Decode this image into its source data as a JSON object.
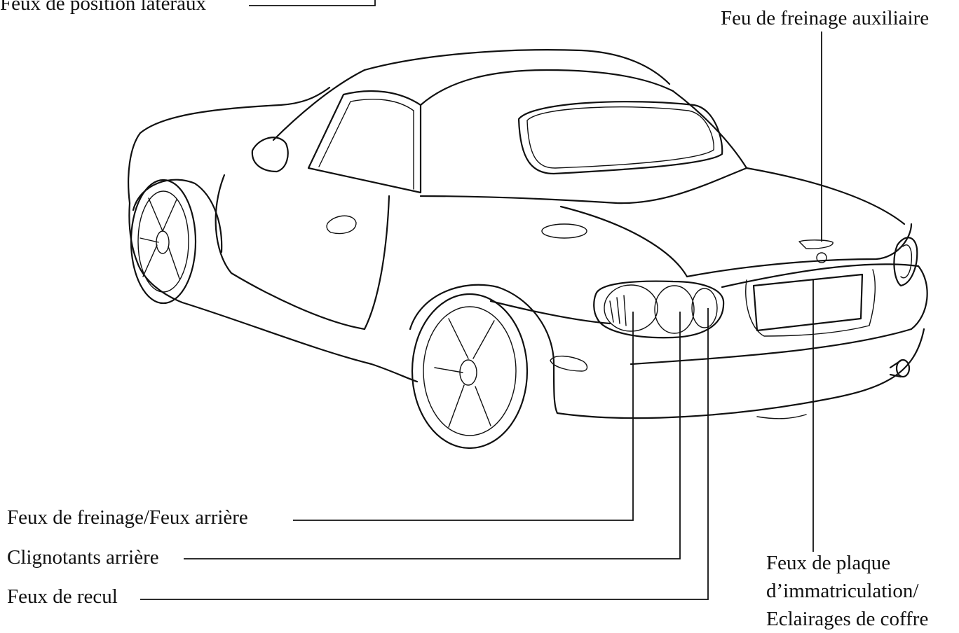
{
  "labels": {
    "side_markers": "Feux de position latéraux",
    "aux_brake": "Feu de freinage auxiliaire",
    "brake_tail": "Feux de freinage/Feux arrière",
    "rear_turn": "Clignotants arrière",
    "reverse": "Feux de recul",
    "license_line1": "Feux de plaque",
    "license_line2": "d’immatriculation/",
    "license_line3": "Eclairages de coffre"
  },
  "colors": {
    "ink": "#111111",
    "background": "#ffffff"
  }
}
